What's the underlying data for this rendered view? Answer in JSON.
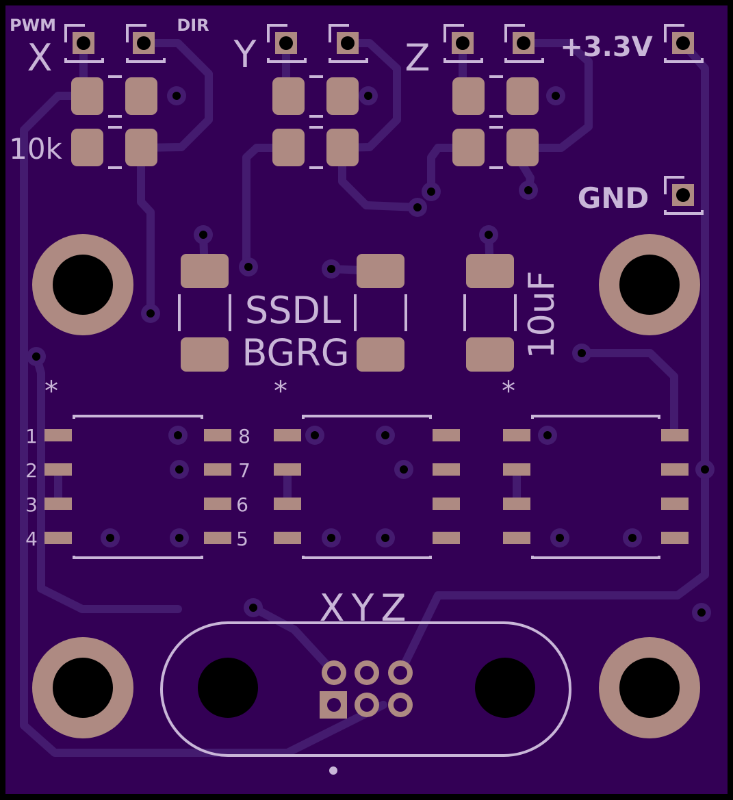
{
  "colors": {
    "board": "#330055",
    "trace": "#441b6f",
    "copper": "#ae8a82",
    "silkscreen": "#c9b6d8",
    "outline": "#000000"
  },
  "labels": {
    "pwm": "PWM",
    "dir": "DIR",
    "x": "X",
    "y": "Y",
    "z": "Z",
    "v33": "+3.3V",
    "gnd": "GND",
    "res": "10k",
    "ic_line1": "SSDL",
    "ic_line2": "BGRG",
    "cap": "10uF",
    "connector": "XYZ",
    "pin1_marker": "*"
  },
  "pin_numbers": [
    "1",
    "2",
    "3",
    "4",
    "5",
    "6",
    "7",
    "8"
  ]
}
